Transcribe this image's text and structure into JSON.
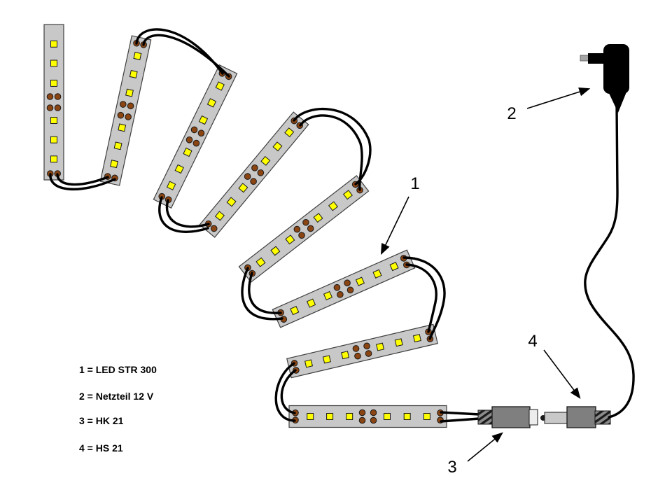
{
  "page": {
    "background": "#FFFFFF"
  },
  "callouts": [
    {
      "label": "1"
    },
    {
      "label": "2"
    },
    {
      "label": "3"
    },
    {
      "label": "4"
    }
  ],
  "legend": {
    "lines": [
      "1 = LED STR 300",
      "2 = Netzteil 12 V",
      "3 = HK 21",
      "4 = HS 21"
    ]
  },
  "diagram": {
    "strip_count": 8,
    "leds_per_strip": 6
  },
  "colors": {
    "strip_body": "#C8C8C8",
    "strip_border": "#3F3F3F",
    "led": "#FFFF00",
    "led_border": "#1A1A1A",
    "solder_pad": "#8B4513",
    "pad_border": "#1A1A1A",
    "wire": "#000000",
    "connector_body": "#7F7F7F",
    "connector_border": "#1A1A1A",
    "connector_hatch": "#8C8C8C",
    "connector_tip": "#EDEDED",
    "plug_barrel": "#C8C8C8",
    "plug_pin": "#1A1A1A",
    "psu_body": "#000000",
    "psu_prong": "#A6A6A6",
    "label_text": "#000000"
  }
}
